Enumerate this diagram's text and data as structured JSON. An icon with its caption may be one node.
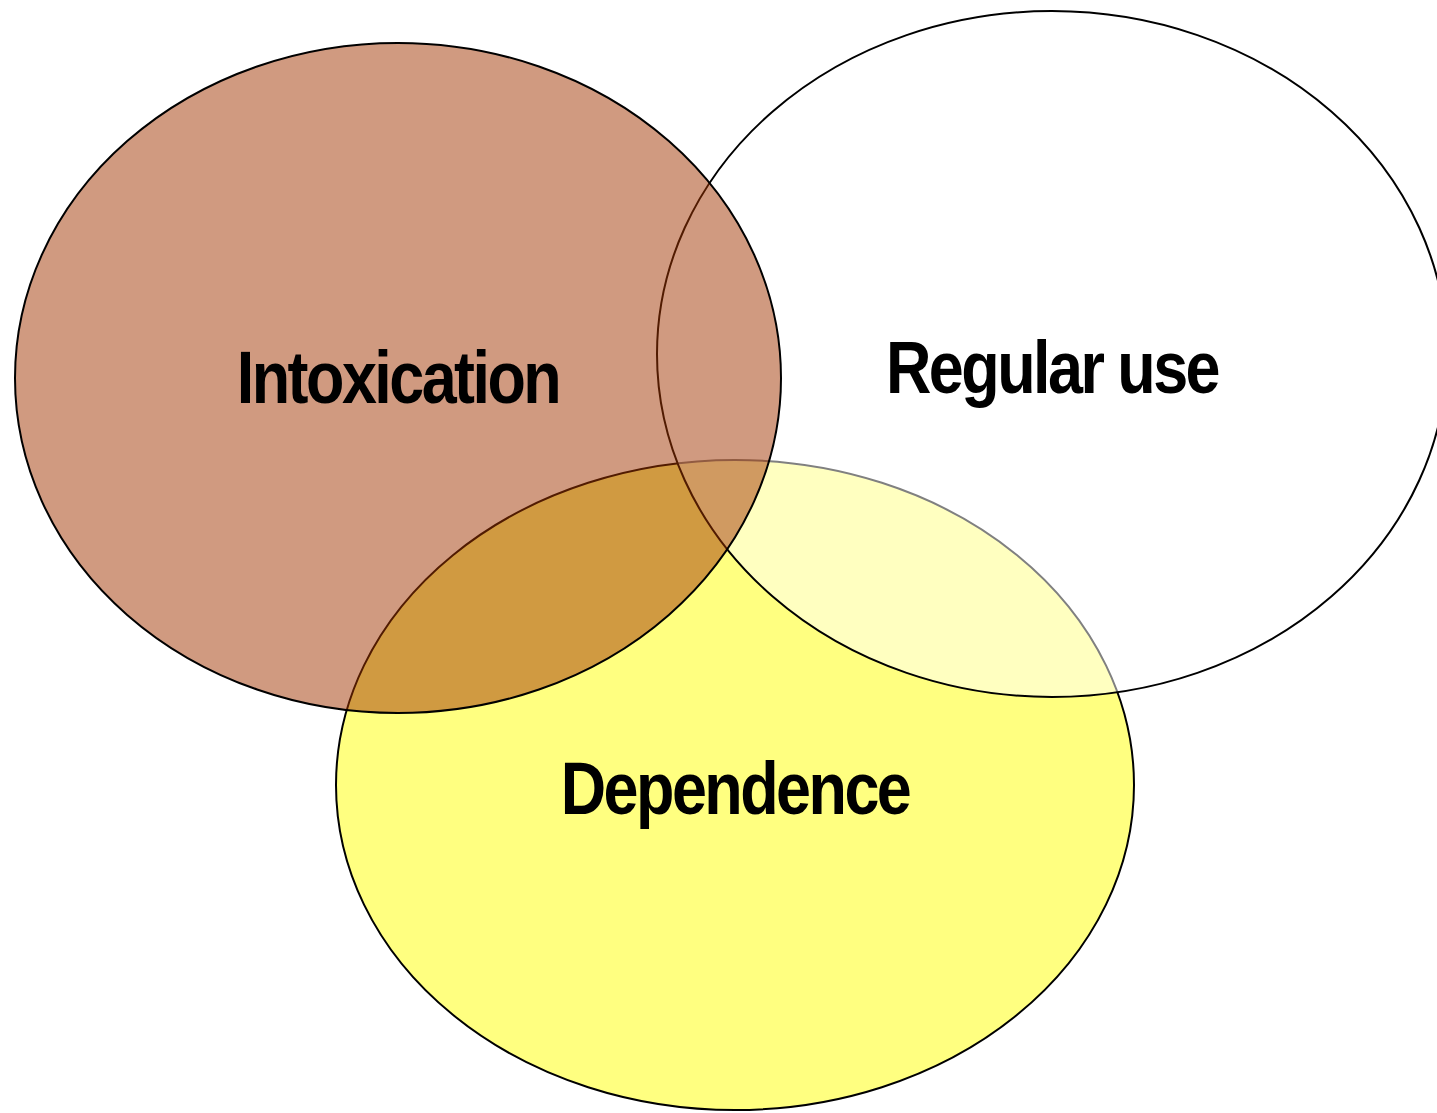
{
  "diagram": {
    "nodes": [
      {
        "text": [
          "Intoxication"
        ]
      },
      {
        "text": [
          "Regular use"
        ]
      },
      {
        "text": [
          "Dependence"
        ]
      }
    ]
  }
}
